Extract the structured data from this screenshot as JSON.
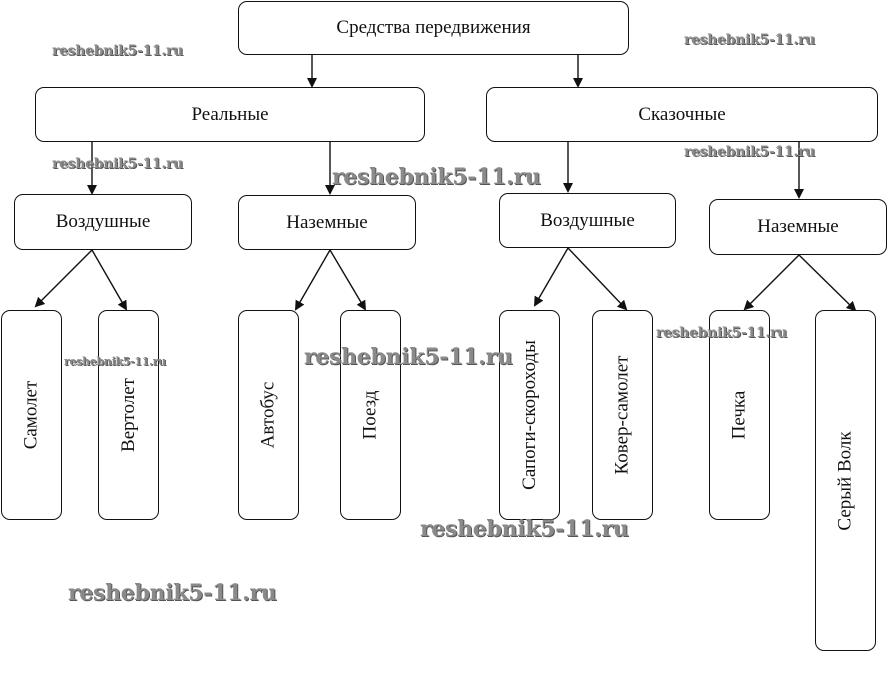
{
  "diagram": {
    "root": "Средства передвижения",
    "branches": [
      {
        "label": "Реальные",
        "groups": [
          {
            "label": "Воздушные",
            "items": [
              "Самолет",
              "Вертолет"
            ]
          },
          {
            "label": "Наземные",
            "items": [
              "Автобус",
              "Поезд"
            ]
          }
        ]
      },
      {
        "label": "Сказочные",
        "groups": [
          {
            "label": "Воздушные",
            "items": [
              "Сапоги-скороходы",
              "Ковер-самолет"
            ]
          },
          {
            "label": "Наземные",
            "items": [
              "Печка",
              "Серый Волк"
            ]
          }
        ]
      }
    ]
  },
  "watermark": "reshebnik5-11.ru"
}
